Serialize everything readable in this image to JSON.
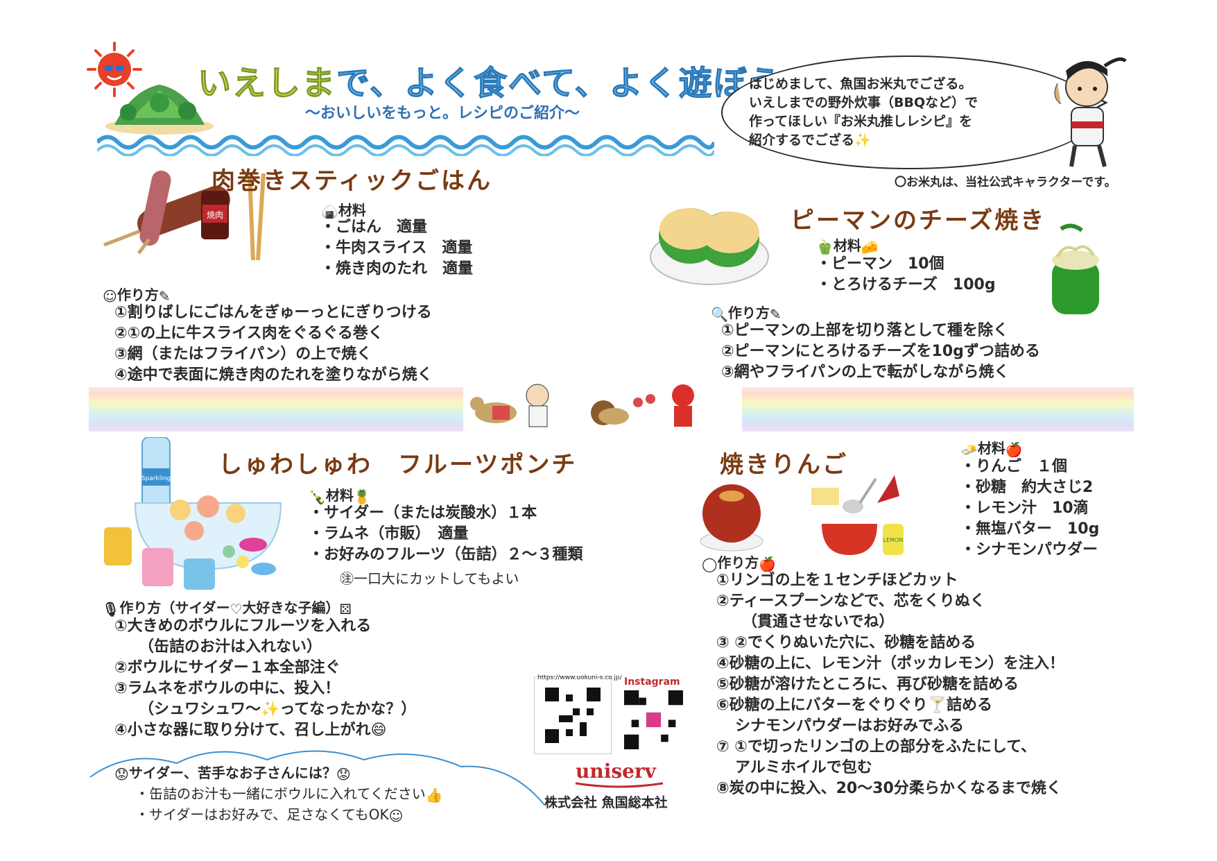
{
  "header": {
    "title_part1": "いえしま",
    "title_part2": "で、よく食べて、よく遊ぼう！",
    "subtitle": "～おいしいをもっと。レシピのご紹介～"
  },
  "bubble": {
    "text": "はじめまして、魚国お米丸でござる。\nいえしまでの野外炊事（BBQなど）で\n作ってほしい『お米丸推しレシピ』を\n紹介するでござる✨"
  },
  "character_note": "〇お米丸は、当社公式キャラクターです。",
  "recipe1": {
    "title": "肉巻きスティックごはん",
    "ingredients_label": "材料",
    "ingredients": [
      "・ごはん　適量",
      "・牛肉スライス　適量",
      "・焼き肉のたれ　適量"
    ],
    "method_label": "作り方",
    "steps": [
      "①割りばしにごはんをぎゅーっとにぎりつける",
      "②①の上に牛スライス肉をぐるぐる巻く",
      "③網（またはフライパン）の上で焼く",
      "④途中で表面に焼き肉のたれを塗りながら焼く"
    ],
    "sauce_label": "焼肉"
  },
  "recipe2": {
    "title": "ピーマンのチーズ焼き",
    "ingredients_label": "材料",
    "ingredients": [
      "・ピーマン　10個",
      "・とろけるチーズ　100g"
    ],
    "method_label": "作り方",
    "steps": [
      "①ピーマンの上部を切り落として種を除く",
      "②ピーマンにとろけるチーズを10gずつ詰める",
      "③網やフライパンの上で転がしながら焼く"
    ]
  },
  "recipe3": {
    "title": "しゅわしゅわ　フルーツポンチ",
    "ingredients_label": "材料",
    "ingredients": [
      "・サイダー（または炭酸水）１本",
      "・ラムネ（市販）　適量",
      "・お好みのフルーツ（缶詰）２～３種類"
    ],
    "ingredient_note": "㊟一口大にカットしてもよい",
    "method_label": "作り方（サイダー",
    "method_label_tail": "大好きな子編）",
    "steps": [
      "①大きめのボウルにフルーツを入れる",
      "（缶詰のお汁は入れない）",
      "②ボウルにサイダー１本全部注ぐ",
      "③ラムネをボウルの中に、投入！",
      "（シュワシュワ～✨ってなったかな？）",
      "④小さな器に取り分けて、召し上がれ"
    ],
    "bottle_label": "Sparkling",
    "tip_title": "サイダー、苦手なお子さんには？",
    "tips": [
      "・缶詰のお汁も一緒にボウルに入れてください",
      "・サイダーはお好みで、足さなくてもOK"
    ]
  },
  "recipe4": {
    "title": "焼きりんご",
    "ingredients_label": "材料",
    "ingredients": [
      "・りんご　１個",
      "・砂糖　約大さじ2",
      "・レモン汁　10滴",
      "・無塩バター　10g",
      "・シナモンパウダー"
    ],
    "method_label": "作り方",
    "steps": [
      "①リンゴの上を１センチほどカット",
      "②ティースプーンなどで、芯をくりぬく",
      "（貫通させないでね）",
      "③ ②でくりぬいた穴に、砂糖を詰める",
      "④砂糖の上に、レモン汁（ポッカレモン）を注入！",
      "⑤砂糖が溶けたところに、再び砂糖を詰める",
      "⑥砂糖の上にバターをぐりぐり",
      "シナモンパウダーはお好みでふる",
      "⑦ ①で切ったリンゴの上の部分をふたにして、",
      "アルミホイルで包む",
      "⑧炭の中に投入、20～30分柔らかくなるまで焼く"
    ],
    "step6_tail": "詰める",
    "lemon_label": "LEMON"
  },
  "footer": {
    "url_label": "https://www.uokuni-s.co.jp/",
    "instagram_label": "Instagram",
    "brand": "uniserv",
    "company": "株式会社 魚国総本社"
  },
  "colors": {
    "title_yellow": "#f2e64e",
    "title_blue": "#7cc3ef",
    "subtitle_blue": "#2e6fb3",
    "dish_title_brown": "#7a3a12",
    "brand_red": "#c0282d"
  }
}
